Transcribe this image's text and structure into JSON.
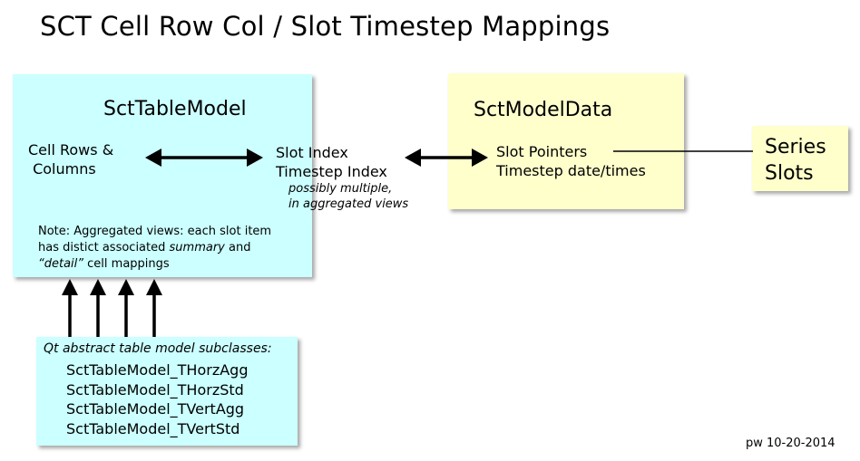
{
  "title": "SCT Cell Row Col / Slot Timestep Mappings",
  "table_model": {
    "heading": "SctTableModel",
    "cell_line1": "Cell Rows &",
    "cell_line2": " Columns",
    "note_line1": "Note: Aggregated views: each slot item",
    "note_line2_pre": "has distict associated ",
    "note_line2_em": "summary",
    "note_line2_post": " and",
    "note_line3_em": "“detail”",
    "note_line3_post": " cell mappings"
  },
  "slot_labels": {
    "line1": "Slot Index",
    "line2": "Timestep Index",
    "note_line1": "possibly multiple,",
    "note_line2": "in aggregated views"
  },
  "model_data": {
    "heading": "SctModelData",
    "line1": "Slot Pointers",
    "line2": "Timestep date/times"
  },
  "series": {
    "line1": "Series",
    "line2": "Slots"
  },
  "subclasses": {
    "heading": "Qt abstract table model subclasses:",
    "items": [
      "SctTableModel_THorzAgg",
      "SctTableModel_THorzStd",
      "SctTableModel_TVertAgg",
      "SctTableModel_TVertStd"
    ]
  },
  "signature": "pw 10-20-2014",
  "colors": {
    "cyan_box": "#ccffff",
    "yellow_box": "#ffffcc",
    "lines": "#000000"
  }
}
